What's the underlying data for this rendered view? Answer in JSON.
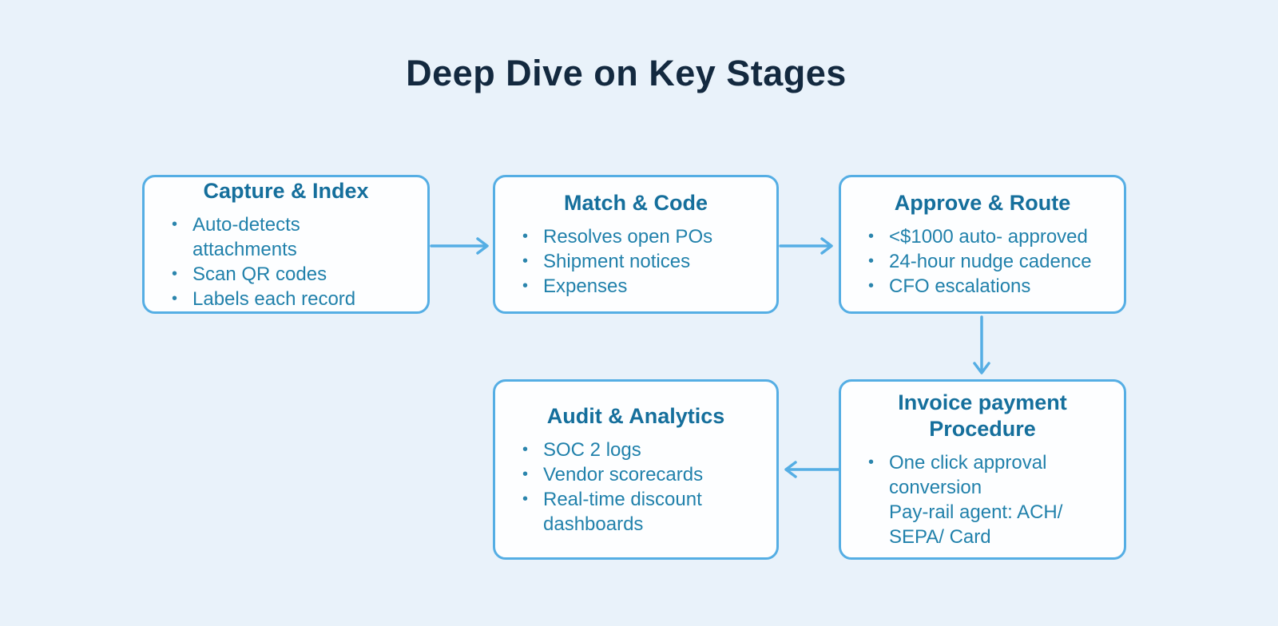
{
  "title": "Deep Dive on Key Stages",
  "colors": {
    "background": "#e9f2fa",
    "node_fill": "#fdfeff",
    "node_border": "#55aee4",
    "node_title_text": "#156f9c",
    "node_body_text": "#2181ab",
    "page_title_text": "#13293f",
    "arrow": "#55aee4"
  },
  "diagram": {
    "nodes": [
      {
        "id": "capture-index",
        "title": "Capture & Index",
        "bullets": [
          "Auto-detects attachments",
          "Scan QR codes",
          "Labels each record"
        ]
      },
      {
        "id": "match-code",
        "title": "Match & Code",
        "bullets": [
          "Resolves open POs",
          "Shipment notices",
          "Expenses"
        ]
      },
      {
        "id": "approve-route",
        "title": "Approve & Route",
        "bullets": [
          "<$1000 auto- approved",
          "24-hour nudge cadence",
          "CFO escalations"
        ]
      },
      {
        "id": "invoice-payment",
        "title": "Invoice payment Procedure",
        "bullets": [
          "One click approval conversion",
          "Pay-rail agent: ACH/ SEPA/ Card"
        ]
      },
      {
        "id": "audit-analytics",
        "title": "Audit & Analytics",
        "bullets": [
          "SOC 2 logs",
          "Vendor scorecards",
          "Real-time discount dashboards"
        ]
      }
    ],
    "edges": [
      {
        "from": "capture-index",
        "to": "match-code",
        "direction": "right"
      },
      {
        "from": "match-code",
        "to": "approve-route",
        "direction": "right"
      },
      {
        "from": "approve-route",
        "to": "invoice-payment",
        "direction": "down"
      },
      {
        "from": "invoice-payment",
        "to": "audit-analytics",
        "direction": "left"
      }
    ]
  }
}
